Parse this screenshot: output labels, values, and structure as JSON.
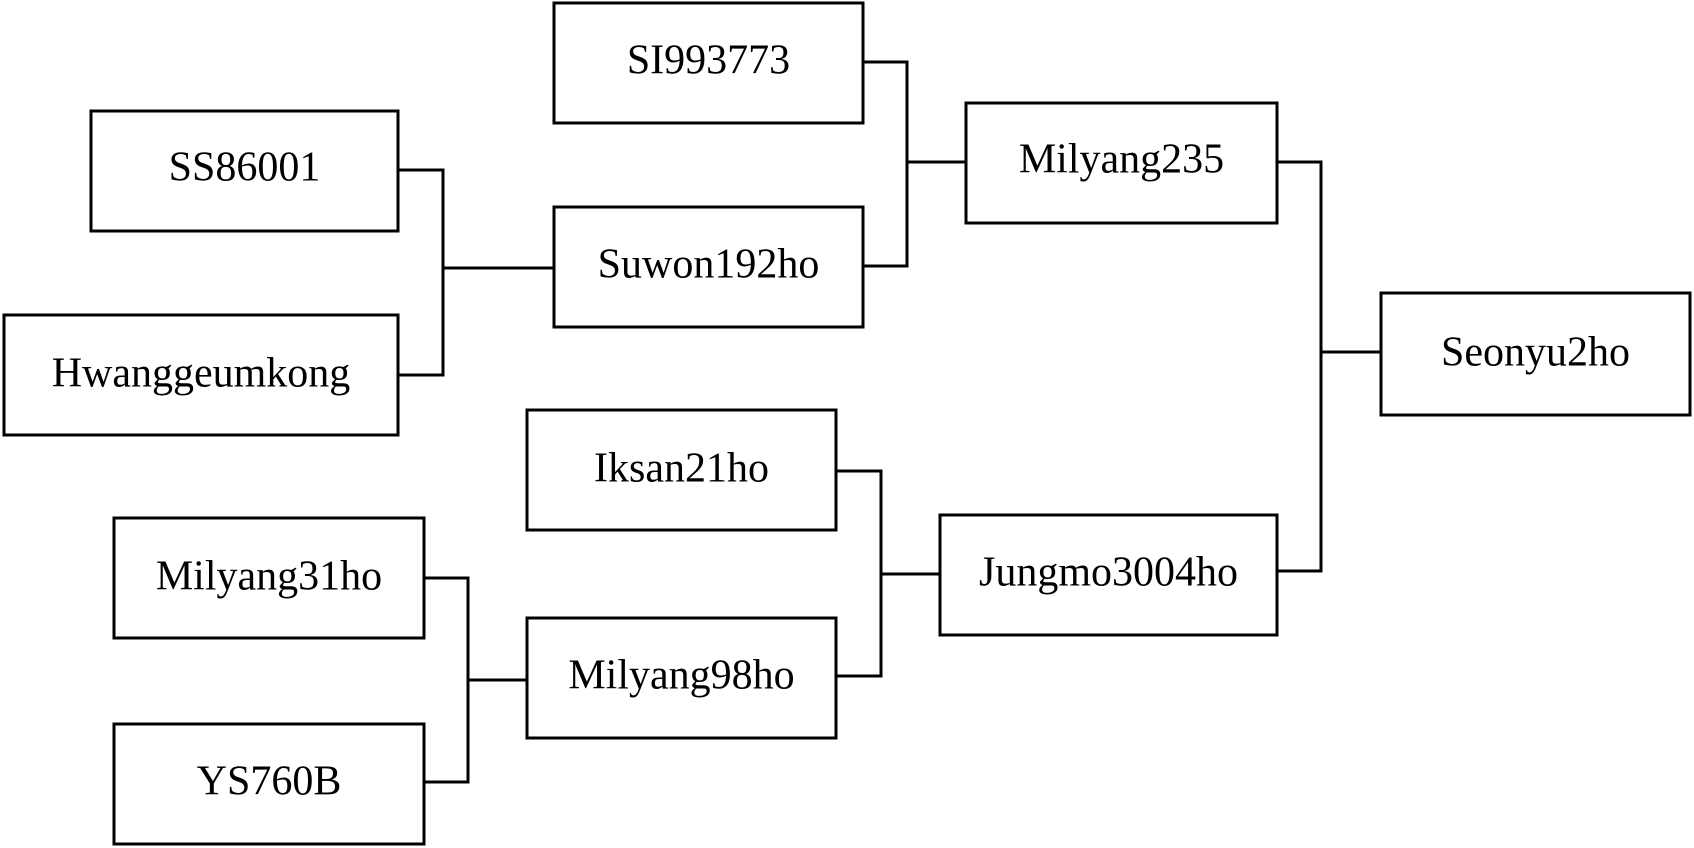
{
  "nodes": {
    "ss86001": "SS86001",
    "hwanggeumkong": "Hwanggeumkong",
    "si993773": "SI993773",
    "suwon192ho": "Suwon192ho",
    "milyang235": "Milyang235",
    "iksan21ho": "Iksan21ho",
    "milyang31ho": "Milyang31ho",
    "ys760b": "YS760B",
    "milyang98ho": "Milyang98ho",
    "jungmo3004ho": "Jungmo3004ho",
    "seonyu2ho": "Seonyu2ho"
  },
  "edges": [
    [
      "ss86001",
      "suwon192ho"
    ],
    [
      "hwanggeumkong",
      "suwon192ho"
    ],
    [
      "si993773",
      "milyang235"
    ],
    [
      "suwon192ho",
      "milyang235"
    ],
    [
      "milyang31ho",
      "milyang98ho"
    ],
    [
      "ys760b",
      "milyang98ho"
    ],
    [
      "iksan21ho",
      "jungmo3004ho"
    ],
    [
      "milyang98ho",
      "jungmo3004ho"
    ],
    [
      "milyang235",
      "seonyu2ho"
    ],
    [
      "jungmo3004ho",
      "seonyu2ho"
    ]
  ],
  "colors": {
    "stroke": "#000000",
    "box_fill": "#ffffff",
    "text": "#000000"
  }
}
